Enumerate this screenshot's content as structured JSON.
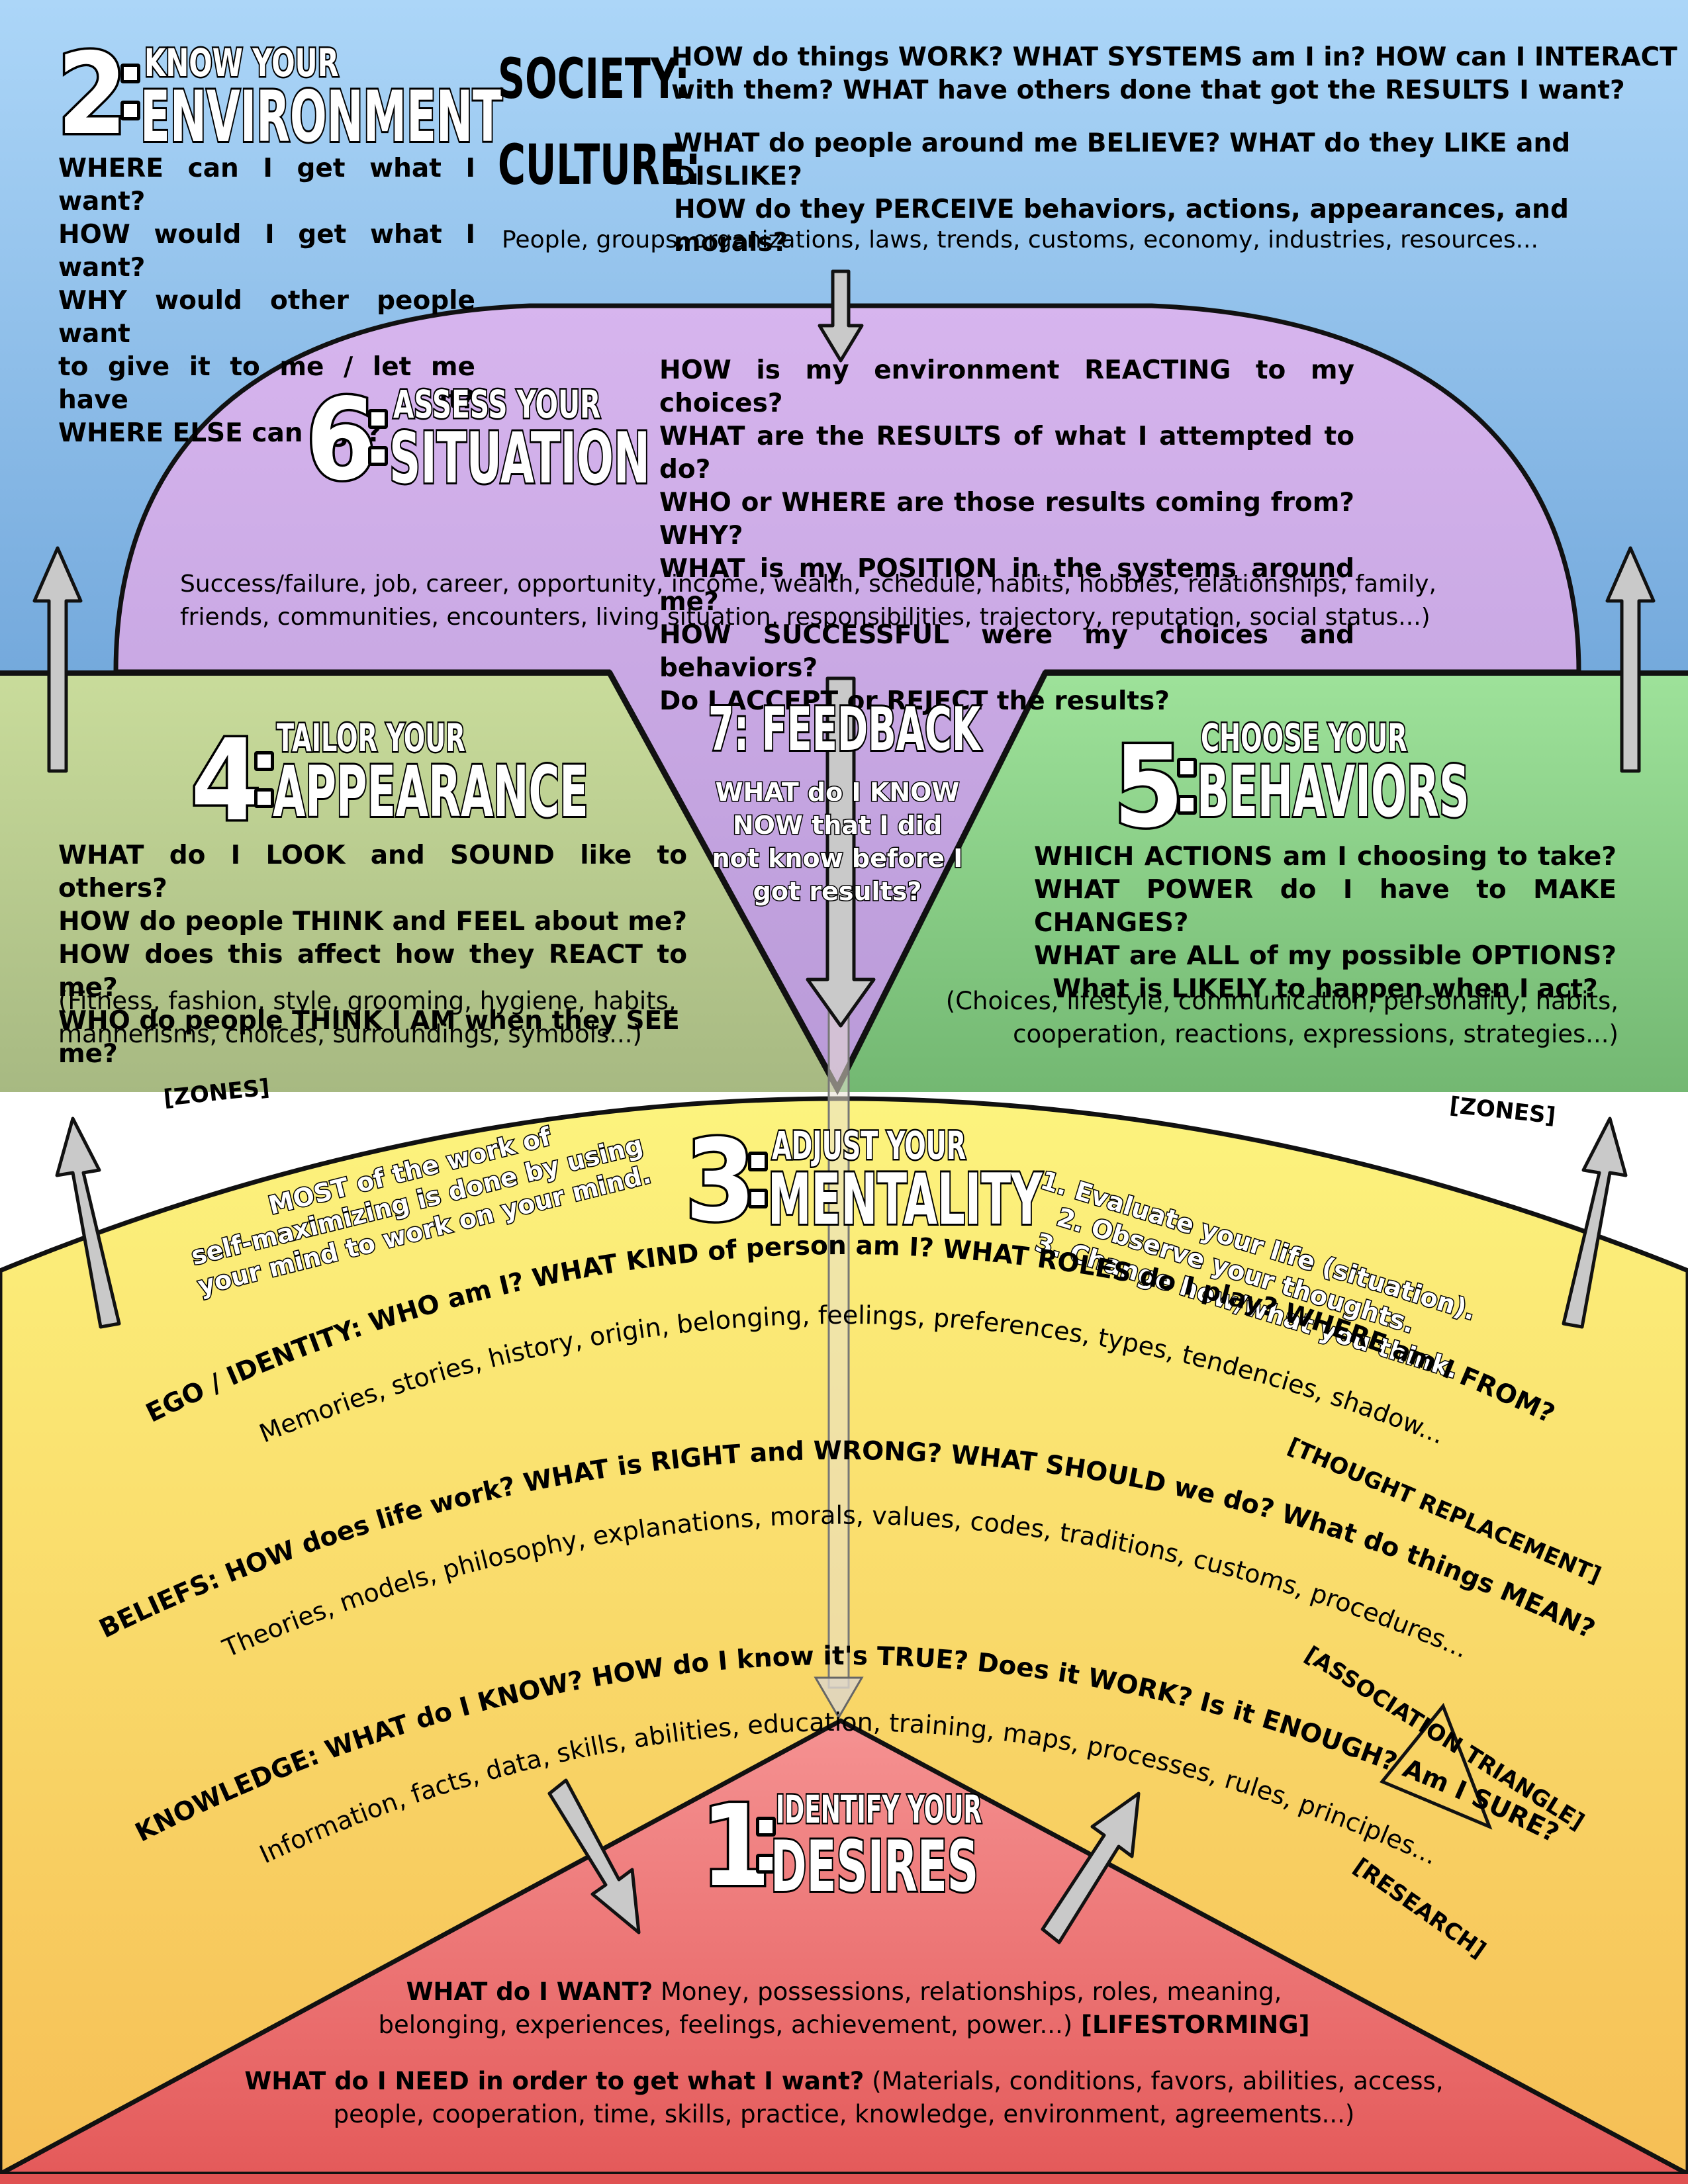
{
  "environment": {
    "number": "2",
    "kicker": "KNOW YOUR",
    "title": "ENVIRONMENT",
    "questions": [
      "WHERE can I get what I want?",
      "HOW would I get what I want?",
      "WHY would other people want",
      "to give it to me / let me have it?",
      "WHERE ELSE can I go?"
    ],
    "society_label": "SOCIETY:",
    "society_lines": [
      "HOW do things WORK? WHAT SYSTEMS am I in? HOW can I INTERACT",
      "with them? WHAT have others done that got the RESULTS I want?"
    ],
    "culture_label": "CULTURE:",
    "culture_lines": [
      "WHAT do people around me BELIEVE? WHAT do they LIKE and DISLIKE?",
      "HOW do they PERCEIVE behaviors, actions, appearances, and morals?"
    ],
    "examples": "People, groups, organizations, laws, trends, customs, economy, industries, resources..."
  },
  "situation": {
    "number": "6",
    "kicker": "ASSESS YOUR",
    "title": "SITUATION",
    "questions": [
      "HOW is my environment REACTING to my choices?",
      "WHAT are the RESULTS of what I attempted to do?",
      "WHO or WHERE are those results coming from? WHY?",
      "WHAT is my POSITION in the systems around me?",
      "HOW SUCCESSFUL were my choices and behaviors?",
      "Do I ACCEPT or REJECT the results?"
    ],
    "examples": [
      "Success/failure, job, career, opportunity, income, wealth, schedule, habits, hobbies, relationships, family,",
      "friends, communities, encounters, living situation, responsibilities, trajectory, reputation, social status...)"
    ]
  },
  "feedback": {
    "title": "7: FEEDBACK",
    "lines": [
      "WHAT do I KNOW",
      "NOW that I did",
      "not know before I",
      "got results?"
    ]
  },
  "appearance": {
    "number": "4",
    "kicker": "TAILOR YOUR",
    "title": "APPEARANCE",
    "questions": [
      "WHAT do I LOOK and SOUND like to others?",
      "HOW do people THINK and FEEL about me?",
      "HOW does this affect how they REACT to me?",
      "WHO do people THINK I AM when they SEE me?"
    ],
    "examples": [
      "(Fitness, fashion, style, grooming, hygiene, habits,",
      "mannerisms, choices, surroundings, symbols...)"
    ]
  },
  "behaviors": {
    "number": "5",
    "kicker": "CHOOSE YOUR",
    "title": "BEHAVIORS",
    "questions": [
      "WHICH ACTIONS am I choosing to take?",
      "WHAT POWER do I have to MAKE CHANGES?",
      "WHAT are ALL of my possible OPTIONS?",
      "What is LIKELY to happen when I act?"
    ],
    "examples": [
      "(Choices, lifestyle, communication, personality, habits,",
      "cooperation, reactions, expressions, strategies...)"
    ]
  },
  "zones_left": "[ZONES]",
  "zones_right": "[ZONES]",
  "mentality": {
    "number": "3",
    "kicker": "ADJUST YOUR",
    "title": "MENTALITY",
    "note": [
      "MOST of the work of",
      "self-maximizing is done by using",
      "your mind to work on your mind."
    ],
    "steps": [
      "1. Evaluate your life (situation).",
      "2. Observe your thoughts.",
      "3. Change how/what you think."
    ],
    "ego_q": "EGO / IDENTITY: WHO am I? WHAT KIND of person am I? WHAT ROLES do I play? WHERE am I FROM?",
    "ego_d": "Memories, stories, history, origin, belonging, feelings, preferences, types, tendencies, shadow...",
    "beliefs_q": "BELIEFS: HOW does life work? WHAT is RIGHT and WRONG? WHAT SHOULD we do? What do things MEAN?",
    "beliefs_d": "Theories, models, philosophy, explanations, morals, values, codes, traditions, customs, procedures...",
    "knowledge_q": "KNOWLEDGE: WHAT do I KNOW?  HOW do I know it's TRUE? Does it WORK? Is it ENOUGH? Am I SURE?",
    "knowledge_d": "Information, facts, data, skills, abilities, education, training, maps, processes, rules, principles...",
    "tag_thought": "[THOUGHT REPLACEMENT]",
    "tag_assoc": "[ASSOCIATION TRIANGLE]",
    "tag_research": "[RESEARCH]"
  },
  "desires": {
    "number": "1",
    "kicker": "IDENTIFY YOUR",
    "title": "DESIRES",
    "want_q": "WHAT do I WANT?",
    "want_rest": " Money, possessions, relationships, roles, meaning,",
    "want_line2": "belonging, experiences, feelings, achievement, power...)",
    "lifestorming": " [LIFESTORMING]",
    "need_q": "WHAT do I NEED in order to get what I want?",
    "need_rest": " (Materials, conditions, favors, abilities, access,",
    "need_line2": "people, cooperation, time, skills, practice, knowledge, environment, agreements...)"
  },
  "colors": {
    "sky_top": "#a9d3f6",
    "sky_bottom": "#7ab0e0",
    "situation": "#cdaee6",
    "appearance": "#c3d69a",
    "behaviors": "#8fd28e",
    "mentality_top": "#fbf07a",
    "mentality_bottom": "#f7c257",
    "desires": "#f08a8a"
  }
}
